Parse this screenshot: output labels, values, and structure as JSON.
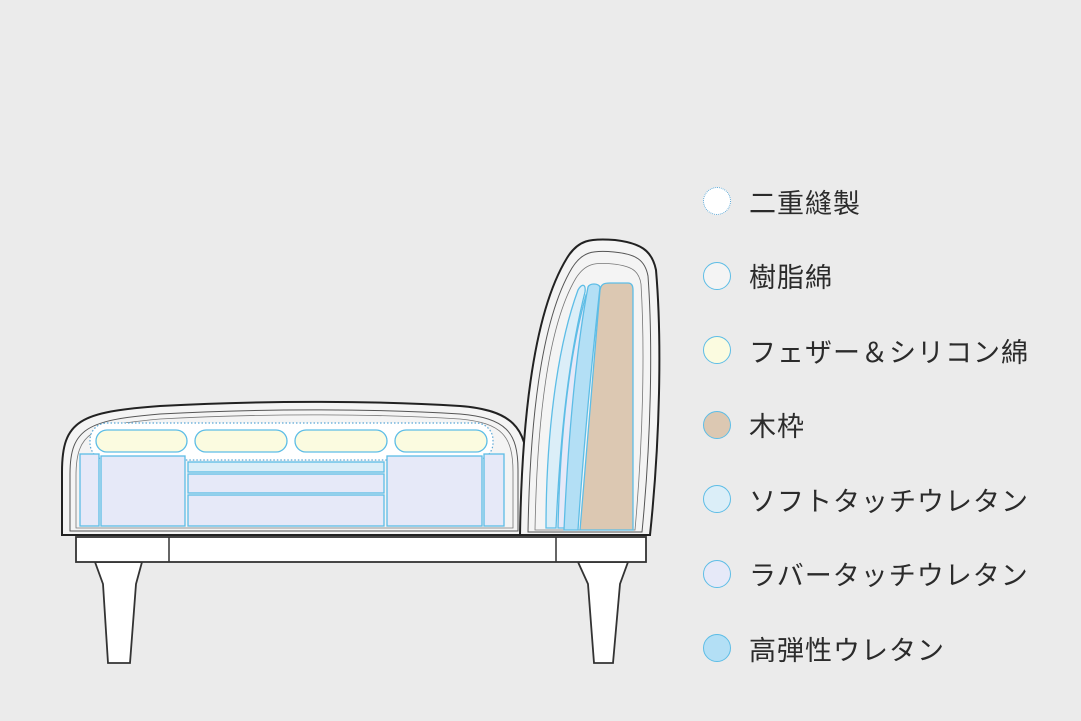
{
  "legend": {
    "items": [
      {
        "label": "二重縫製",
        "color": "#ffffff",
        "style": "dotted"
      },
      {
        "label": "樹脂綿",
        "color": "#f4f4f4",
        "style": "solid"
      },
      {
        "label": "フェザー＆シリコン綿",
        "color": "#fbfbe0",
        "style": "solid"
      },
      {
        "label": "木枠",
        "color": "#dcc8b2",
        "style": "solid"
      },
      {
        "label": "ソフトタッチウレタン",
        "color": "#dbeef8",
        "style": "solid"
      },
      {
        "label": "ラバータッチウレタン",
        "color": "#e6e9f8",
        "style": "solid"
      },
      {
        "label": "高弾性ウレタン",
        "color": "#b3dff5",
        "style": "solid"
      }
    ]
  }
}
